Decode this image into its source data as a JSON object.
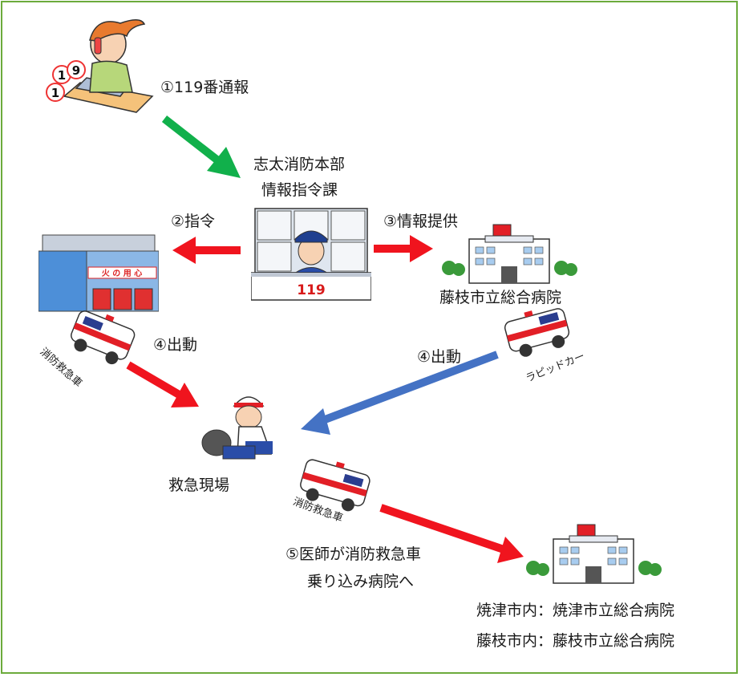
{
  "steps": {
    "call": "①119番通報",
    "command": "②指令",
    "info": "③情報提供",
    "dispatch_left": "④出動",
    "dispatch_right": "④出動",
    "transport_line1": "⑤医師が消防救急車",
    "transport_line2": "乗り込み病院へ"
  },
  "dispatch_center": {
    "line1": "志太消防本部",
    "line2": "情報指令課",
    "desk_sign": "119"
  },
  "fujieda_hospital": "藤枝市立総合病院",
  "scene": "救急現場",
  "vehicles": {
    "ambulance_left": "消防救急車",
    "rapid_car": "ラピッドカー",
    "ambulance_bottom": "消防救急車"
  },
  "fire_station_sign": "火 の 用 心",
  "phone_bubbles": [
    "1",
    "1",
    "9"
  ],
  "destinations": [
    "焼津市内：焼津市立総合病院",
    "藤枝市内：藤枝市立総合病院"
  ],
  "colors": {
    "border": "#6cab3c",
    "green_arrow": "#11b04b",
    "red_arrow": "#f0141e",
    "blue_arrow": "#4472c4"
  },
  "icons": [
    "caller-woman-icon",
    "dispatcher-icon",
    "fire-station-icon",
    "hospital-icon",
    "ambulance-icon",
    "rescuer-patient-icon"
  ]
}
